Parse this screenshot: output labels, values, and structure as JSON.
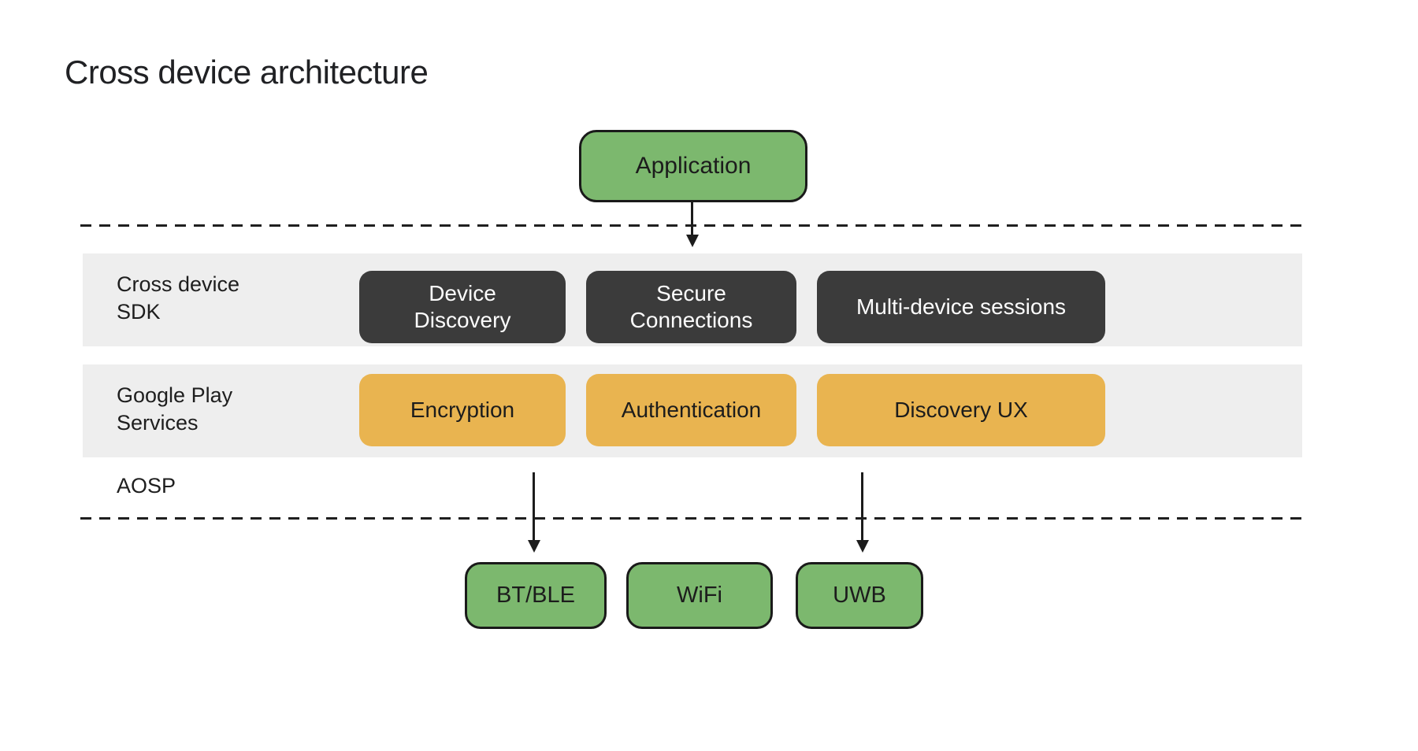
{
  "title": "Cross device architecture",
  "colors": {
    "green": "#7CB86E",
    "amber": "#E9B450",
    "dark_box": "#3B3B3B",
    "band_gray": "#EEEEEE",
    "ink": "#1F1F1F"
  },
  "application": {
    "label": "Application"
  },
  "layers": {
    "sdk": {
      "label": "Cross device\nSDK",
      "boxes": [
        {
          "label": "Device\nDiscovery"
        },
        {
          "label": "Secure\nConnections"
        },
        {
          "label": "Multi-device sessions"
        }
      ]
    },
    "play_services": {
      "label": "Google Play\nServices",
      "boxes": [
        {
          "label": "Encryption"
        },
        {
          "label": "Authentication"
        },
        {
          "label": "Discovery UX"
        }
      ]
    }
  },
  "aosp": {
    "label": "AOSP"
  },
  "transports": [
    {
      "label": "BT/BLE"
    },
    {
      "label": "WiFi"
    },
    {
      "label": "UWB"
    }
  ],
  "connections": [
    "Application → Cross device SDK",
    "Google Play Services → BT/BLE",
    "Google Play Services → UWB"
  ]
}
